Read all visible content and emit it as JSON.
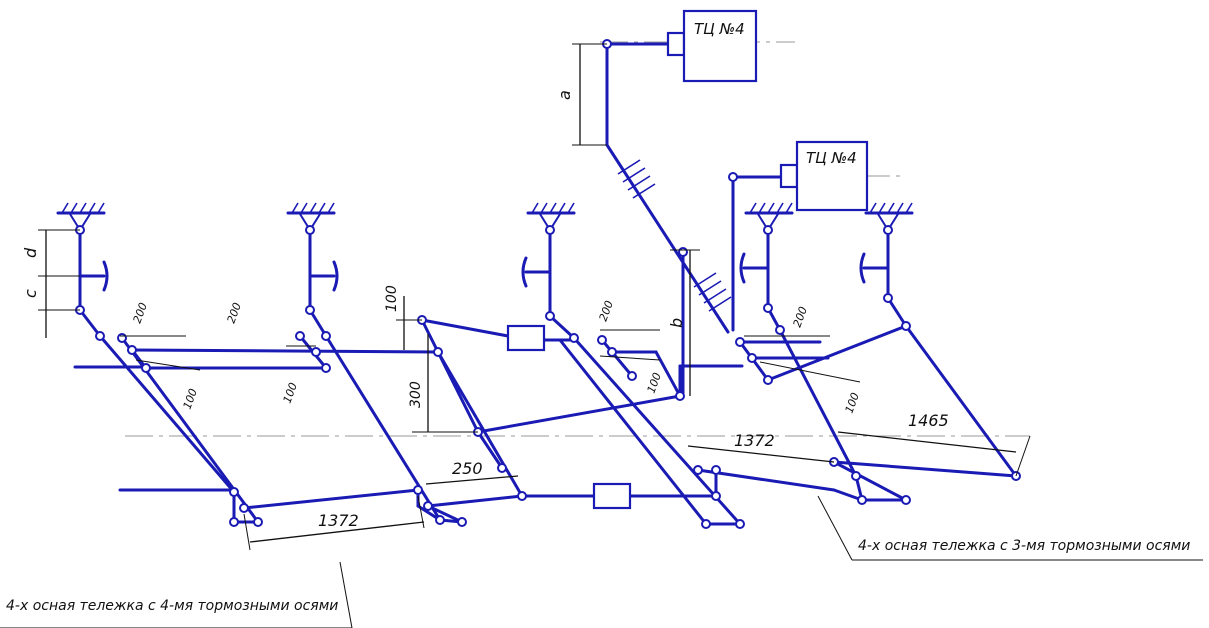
{
  "cylinders": {
    "top": "ТЦ №4",
    "right": "ТЦ №4"
  },
  "dims": {
    "a": "a",
    "b": "b",
    "c": "c",
    "d": "d",
    "v100": "100",
    "v300": "300",
    "v250": "250",
    "h1372_left": "1372",
    "h1372_right": "1372",
    "v1465": "1465",
    "s200_1": "200",
    "s200_2": "200",
    "s200_3": "200",
    "s200_4": "200",
    "s100_1": "100",
    "s100_2": "100",
    "s100_3": "100",
    "s100_4": "100"
  },
  "notes": {
    "left": "4-х осная тележка с 4-мя тормозными осями",
    "right": "4-х осная тележка с 3-мя тормозными осями"
  }
}
